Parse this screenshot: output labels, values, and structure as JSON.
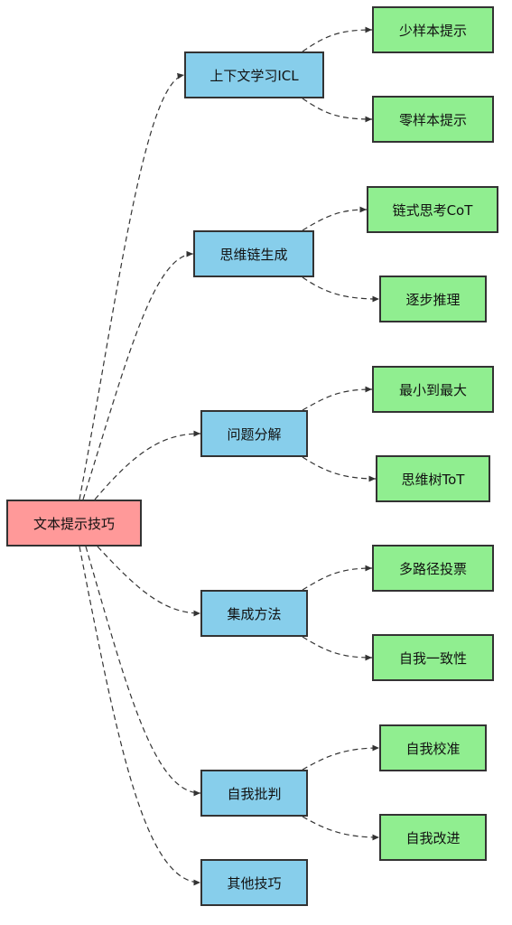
{
  "colors": {
    "root_fill": "#ff9999",
    "category_fill": "#87ceeb",
    "leaf_fill": "#90ee90",
    "border": "#333333",
    "edge": "#333333"
  },
  "root": {
    "label": "文本提示技巧"
  },
  "categories": [
    {
      "label": "上下文学习ICL",
      "children": [
        "少样本提示",
        "零样本提示"
      ]
    },
    {
      "label": "思维链生成",
      "children": [
        "链式思考CoT",
        "逐步推理"
      ]
    },
    {
      "label": "问题分解",
      "children": [
        "最小到最大",
        "思维树ToT"
      ]
    },
    {
      "label": "集成方法",
      "children": [
        "多路径投票",
        "自我一致性"
      ]
    },
    {
      "label": "自我批判",
      "children": [
        "自我校准",
        "自我改进"
      ]
    },
    {
      "label": "其他技巧",
      "children": []
    }
  ]
}
